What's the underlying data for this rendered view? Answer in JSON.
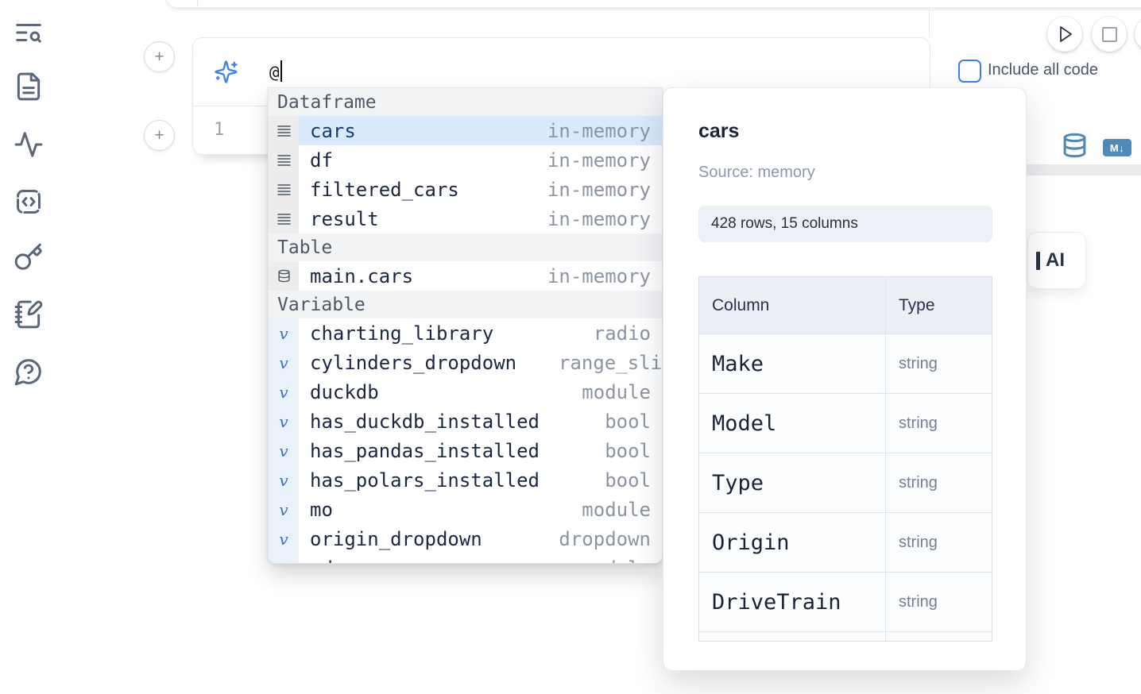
{
  "colors": {
    "accent_blue": "#3b82f6",
    "steel_blue": "#4e8ab8",
    "selection_bg": "#d8eafc",
    "selection_text": "#173c77",
    "muted_text": "#8a94a2"
  },
  "sidebar": {
    "icons": [
      "text-search",
      "document",
      "activity",
      "code-snippet",
      "key",
      "notebook-pen",
      "help-chat"
    ]
  },
  "cell": {
    "add_button_label": "+",
    "line_number": "1",
    "prompt": {
      "value": "@",
      "icon": "sparkles"
    },
    "include_all_code": {
      "label": "Include all code",
      "checked": false
    },
    "run_icon": "play",
    "stop_icon": "square",
    "footer_icons": [
      "database",
      "markdown"
    ],
    "markdown_badge": "M↓"
  },
  "autocomplete": {
    "variable_glyph": "v",
    "sections": [
      {
        "label": "Dataframe",
        "items": [
          {
            "name": "cars",
            "type": "in-memory",
            "icon": "dataframe-rows",
            "selected": true
          },
          {
            "name": "df",
            "type": "in-memory",
            "icon": "dataframe-rows"
          },
          {
            "name": "filtered_cars",
            "type": "in-memory",
            "icon": "dataframe-rows"
          },
          {
            "name": "result",
            "type": "in-memory",
            "icon": "dataframe-rows"
          }
        ]
      },
      {
        "label": "Table",
        "items": [
          {
            "name": "main.cars",
            "type": "in-memory",
            "icon": "database"
          }
        ]
      },
      {
        "label": "Variable",
        "items": [
          {
            "name": "charting_library",
            "type": "radio"
          },
          {
            "name": "cylinders_dropdown",
            "type": "range_slider"
          },
          {
            "name": "duckdb",
            "type": "module"
          },
          {
            "name": "has_duckdb_installed",
            "type": "bool"
          },
          {
            "name": "has_pandas_installed",
            "type": "bool"
          },
          {
            "name": "has_polars_installed",
            "type": "bool"
          },
          {
            "name": "mo",
            "type": "module"
          },
          {
            "name": "origin_dropdown",
            "type": "dropdown"
          },
          {
            "name": "pd",
            "type": "module"
          }
        ]
      }
    ]
  },
  "preview": {
    "title": "cars",
    "source": "Source: memory",
    "shape": "428 rows, 15 columns",
    "table": {
      "headers": [
        "Column",
        "Type"
      ],
      "rows": [
        [
          "Make",
          "string"
        ],
        [
          "Model",
          "string"
        ],
        [
          "Type",
          "string"
        ],
        [
          "Origin",
          "string"
        ],
        [
          "DriveTrain",
          "string"
        ]
      ]
    }
  },
  "ai_card": {
    "label": "AI"
  }
}
